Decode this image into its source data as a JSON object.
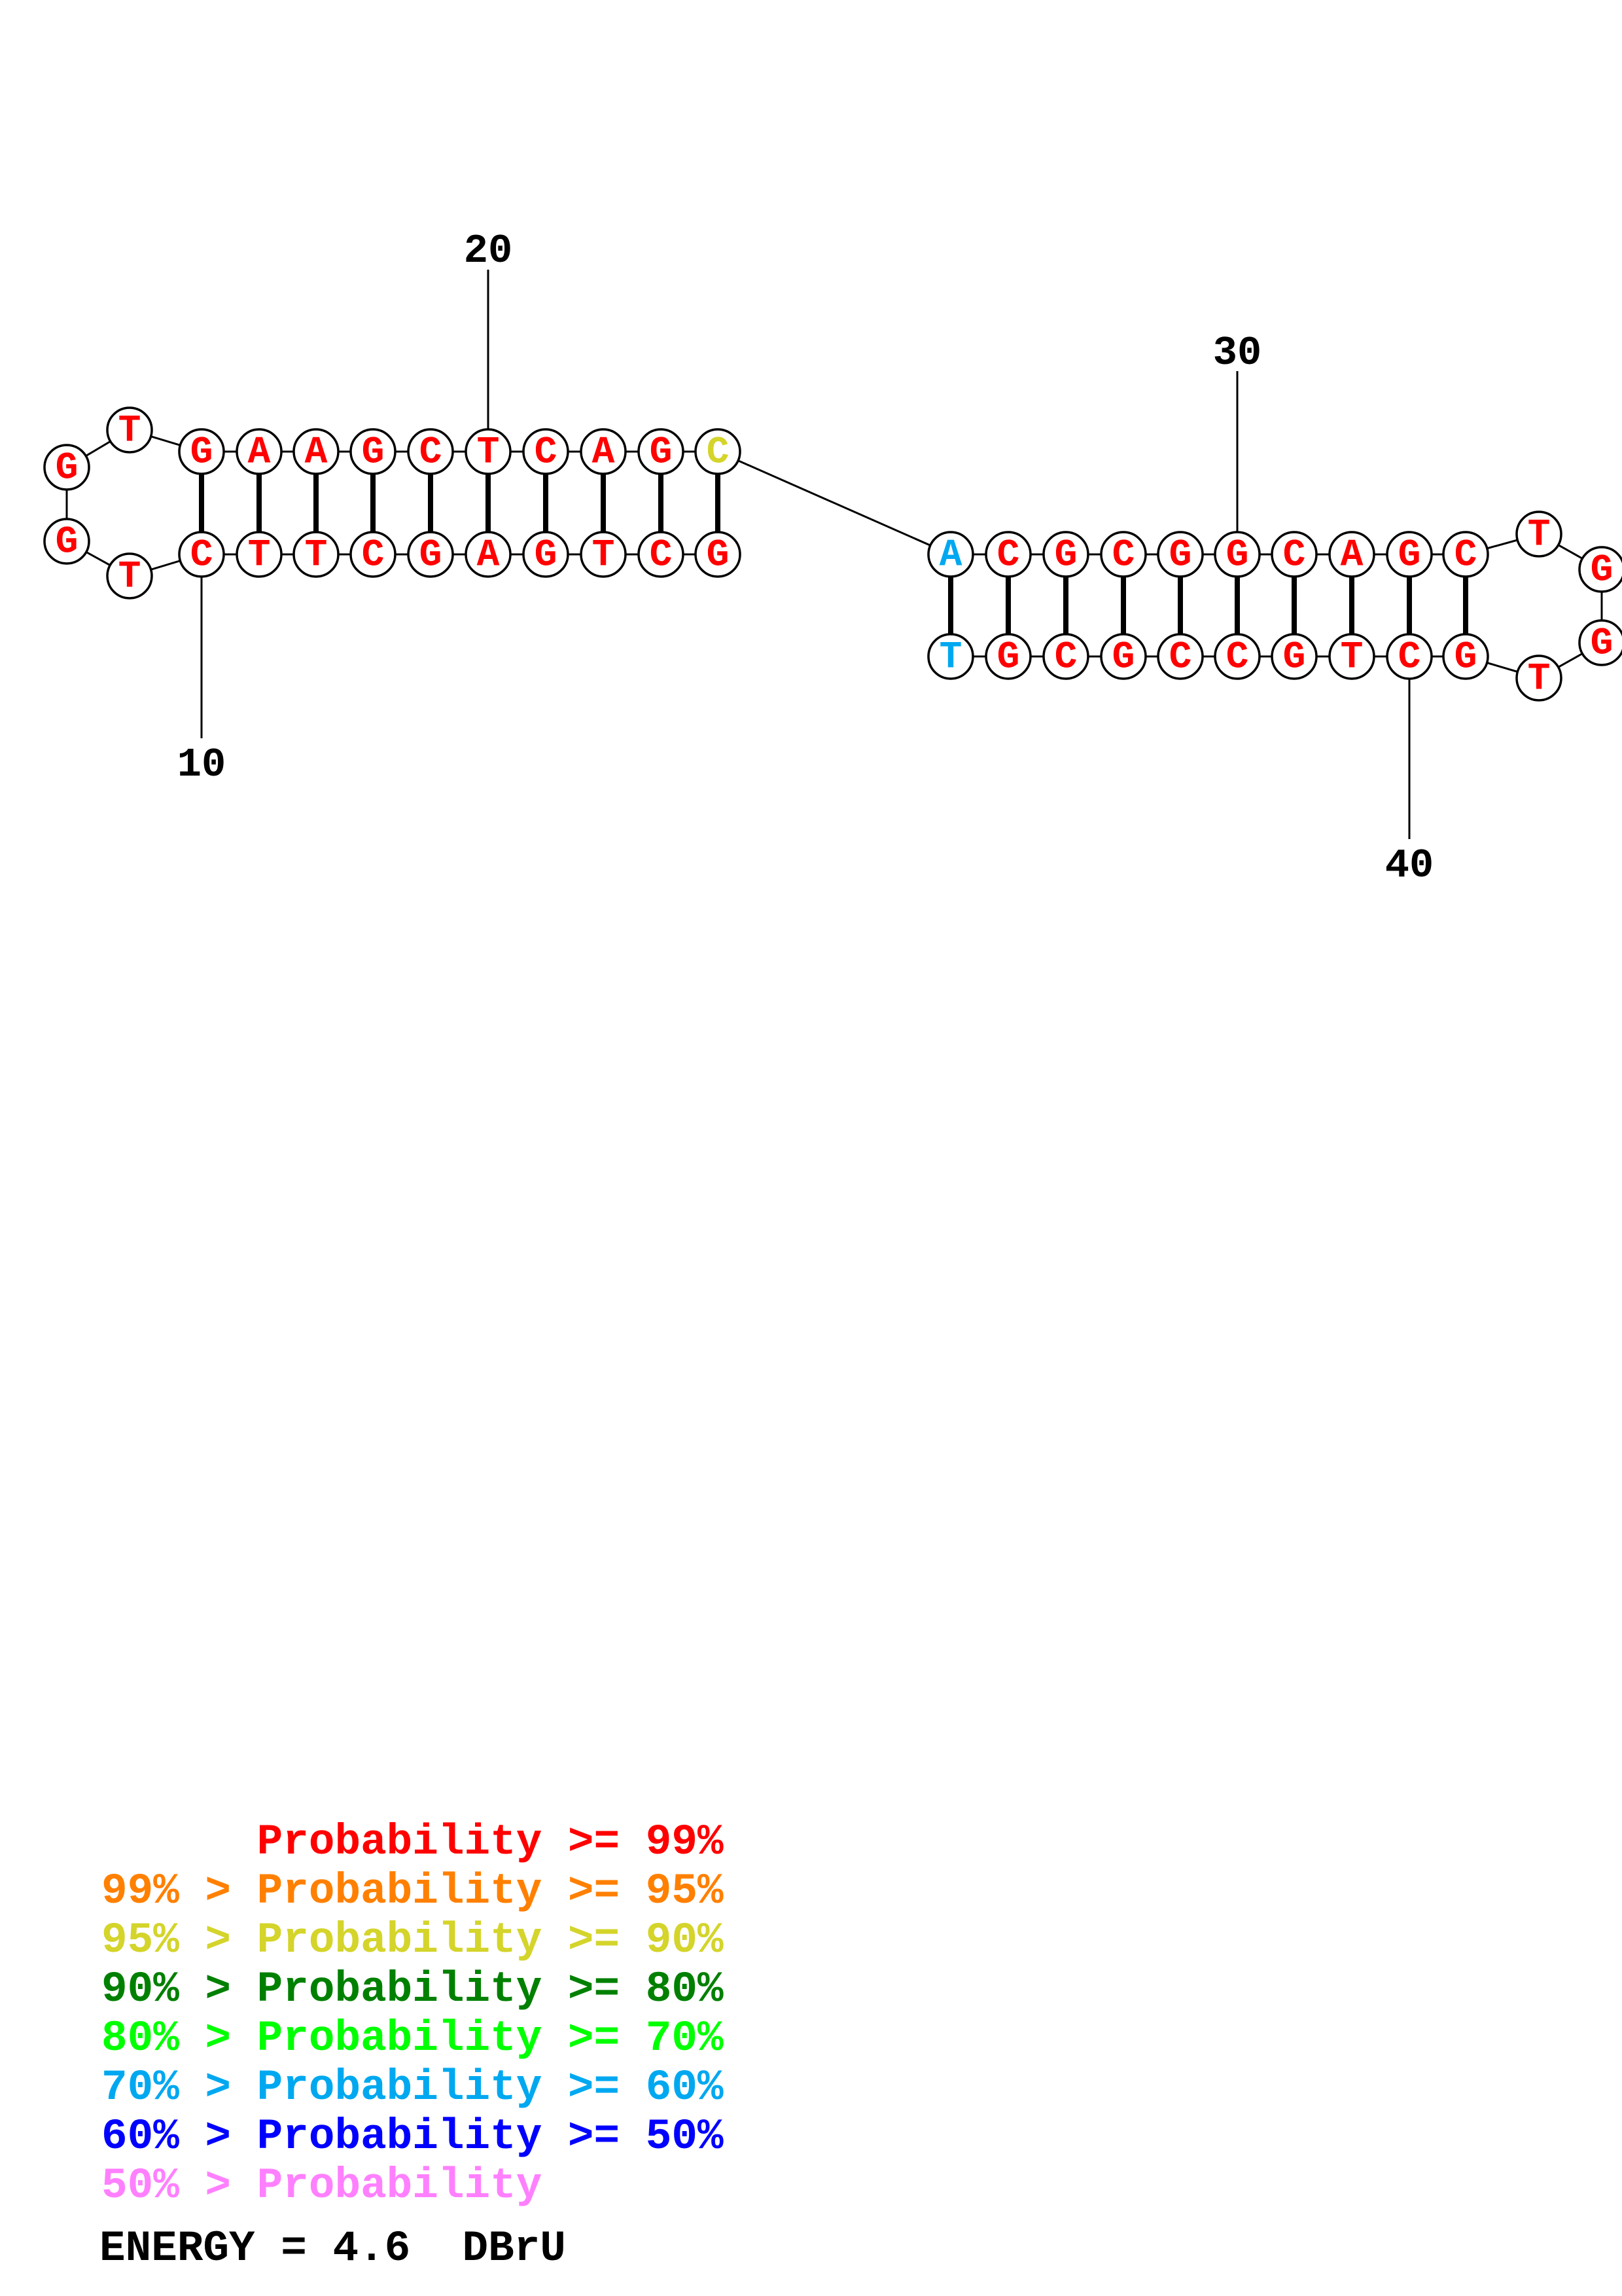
{
  "diagram": {
    "type": "nucleic-acid-secondary-structure",
    "sequence": "GCTGAGCTTCTGGTGAAGCTCAGCACGCGGCAGCTGGTGCTGCCGCGT",
    "nucleotides": [
      {
        "index": 1,
        "base": "G",
        "prob_class": "ge99"
      },
      {
        "index": 2,
        "base": "C",
        "prob_class": "ge99"
      },
      {
        "index": 3,
        "base": "T",
        "prob_class": "ge99"
      },
      {
        "index": 4,
        "base": "G",
        "prob_class": "ge99"
      },
      {
        "index": 5,
        "base": "A",
        "prob_class": "ge99"
      },
      {
        "index": 6,
        "base": "G",
        "prob_class": "ge99"
      },
      {
        "index": 7,
        "base": "C",
        "prob_class": "ge99"
      },
      {
        "index": 8,
        "base": "T",
        "prob_class": "ge99"
      },
      {
        "index": 9,
        "base": "T",
        "prob_class": "ge99"
      },
      {
        "index": 10,
        "base": "C",
        "prob_class": "ge99"
      },
      {
        "index": 11,
        "base": "T",
        "prob_class": "ge99"
      },
      {
        "index": 12,
        "base": "G",
        "prob_class": "ge99"
      },
      {
        "index": 13,
        "base": "G",
        "prob_class": "ge99"
      },
      {
        "index": 14,
        "base": "T",
        "prob_class": "ge99"
      },
      {
        "index": 15,
        "base": "G",
        "prob_class": "ge99"
      },
      {
        "index": 16,
        "base": "A",
        "prob_class": "ge99"
      },
      {
        "index": 17,
        "base": "A",
        "prob_class": "ge99"
      },
      {
        "index": 18,
        "base": "G",
        "prob_class": "ge99"
      },
      {
        "index": 19,
        "base": "C",
        "prob_class": "ge99"
      },
      {
        "index": 20,
        "base": "T",
        "prob_class": "ge99"
      },
      {
        "index": 21,
        "base": "C",
        "prob_class": "ge99"
      },
      {
        "index": 22,
        "base": "A",
        "prob_class": "ge99"
      },
      {
        "index": 23,
        "base": "G",
        "prob_class": "ge99"
      },
      {
        "index": 24,
        "base": "C",
        "prob_class": "90to95"
      },
      {
        "index": 25,
        "base": "A",
        "prob_class": "60to70"
      },
      {
        "index": 26,
        "base": "C",
        "prob_class": "ge99"
      },
      {
        "index": 27,
        "base": "G",
        "prob_class": "ge99"
      },
      {
        "index": 28,
        "base": "C",
        "prob_class": "ge99"
      },
      {
        "index": 29,
        "base": "G",
        "prob_class": "ge99"
      },
      {
        "index": 30,
        "base": "G",
        "prob_class": "ge99"
      },
      {
        "index": 31,
        "base": "C",
        "prob_class": "ge99"
      },
      {
        "index": 32,
        "base": "A",
        "prob_class": "ge99"
      },
      {
        "index": 33,
        "base": "G",
        "prob_class": "ge99"
      },
      {
        "index": 34,
        "base": "C",
        "prob_class": "ge99"
      },
      {
        "index": 35,
        "base": "T",
        "prob_class": "ge99"
      },
      {
        "index": 36,
        "base": "G",
        "prob_class": "ge99"
      },
      {
        "index": 37,
        "base": "G",
        "prob_class": "ge99"
      },
      {
        "index": 38,
        "base": "T",
        "prob_class": "ge99"
      },
      {
        "index": 39,
        "base": "G",
        "prob_class": "ge99"
      },
      {
        "index": 40,
        "base": "C",
        "prob_class": "ge99"
      },
      {
        "index": 41,
        "base": "T",
        "prob_class": "ge99"
      },
      {
        "index": 42,
        "base": "G",
        "prob_class": "ge99"
      },
      {
        "index": 43,
        "base": "C",
        "prob_class": "ge99"
      },
      {
        "index": 44,
        "base": "C",
        "prob_class": "ge99"
      },
      {
        "index": 45,
        "base": "G",
        "prob_class": "ge99"
      },
      {
        "index": 46,
        "base": "C",
        "prob_class": "ge99"
      },
      {
        "index": 47,
        "base": "G",
        "prob_class": "ge99"
      },
      {
        "index": 48,
        "base": "T",
        "prob_class": "60to70"
      }
    ],
    "pairs": [
      [
        1,
        24
      ],
      [
        2,
        23
      ],
      [
        3,
        22
      ],
      [
        4,
        21
      ],
      [
        5,
        20
      ],
      [
        6,
        19
      ],
      [
        7,
        18
      ],
      [
        8,
        17
      ],
      [
        9,
        16
      ],
      [
        10,
        15
      ],
      [
        25,
        48
      ],
      [
        26,
        47
      ],
      [
        27,
        46
      ],
      [
        28,
        45
      ],
      [
        29,
        44
      ],
      [
        30,
        43
      ],
      [
        31,
        42
      ],
      [
        32,
        41
      ],
      [
        33,
        40
      ],
      [
        34,
        39
      ]
    ],
    "pairs_note": "pairs listed by nucleotide index",
    "position_labels": [
      {
        "text": "10",
        "index": 10
      },
      {
        "text": "20",
        "index": 20
      },
      {
        "text": "30",
        "index": 30
      },
      {
        "text": "40",
        "index": 40
      }
    ]
  },
  "colors": {
    "ge99": "#ff0000",
    "95to99": "#ff8000",
    "90to95": "#d4d42b",
    "80to90": "#008000",
    "70to80": "#00ff00",
    "60to70": "#00a8f0",
    "50to60": "#0000ff",
    "lt50": "#ff80ff",
    "text": "#000000"
  },
  "legend": {
    "items": [
      {
        "key": "ge99",
        "text": "      Probability >= 99%"
      },
      {
        "key": "95to99",
        "text": "99% > Probability >= 95%"
      },
      {
        "key": "90to95",
        "text": "95% > Probability >= 90%"
      },
      {
        "key": "80to90",
        "text": "90% > Probability >= 80%"
      },
      {
        "key": "70to80",
        "text": "80% > Probability >= 70%"
      },
      {
        "key": "60to70",
        "text": "70% > Probability >= 60%"
      },
      {
        "key": "50to60",
        "text": "60% > Probability >= 50%"
      },
      {
        "key": "lt50",
        "text": "50% > Probability"
      }
    ],
    "energy": "ENERGY = 4.6  DBrU"
  }
}
